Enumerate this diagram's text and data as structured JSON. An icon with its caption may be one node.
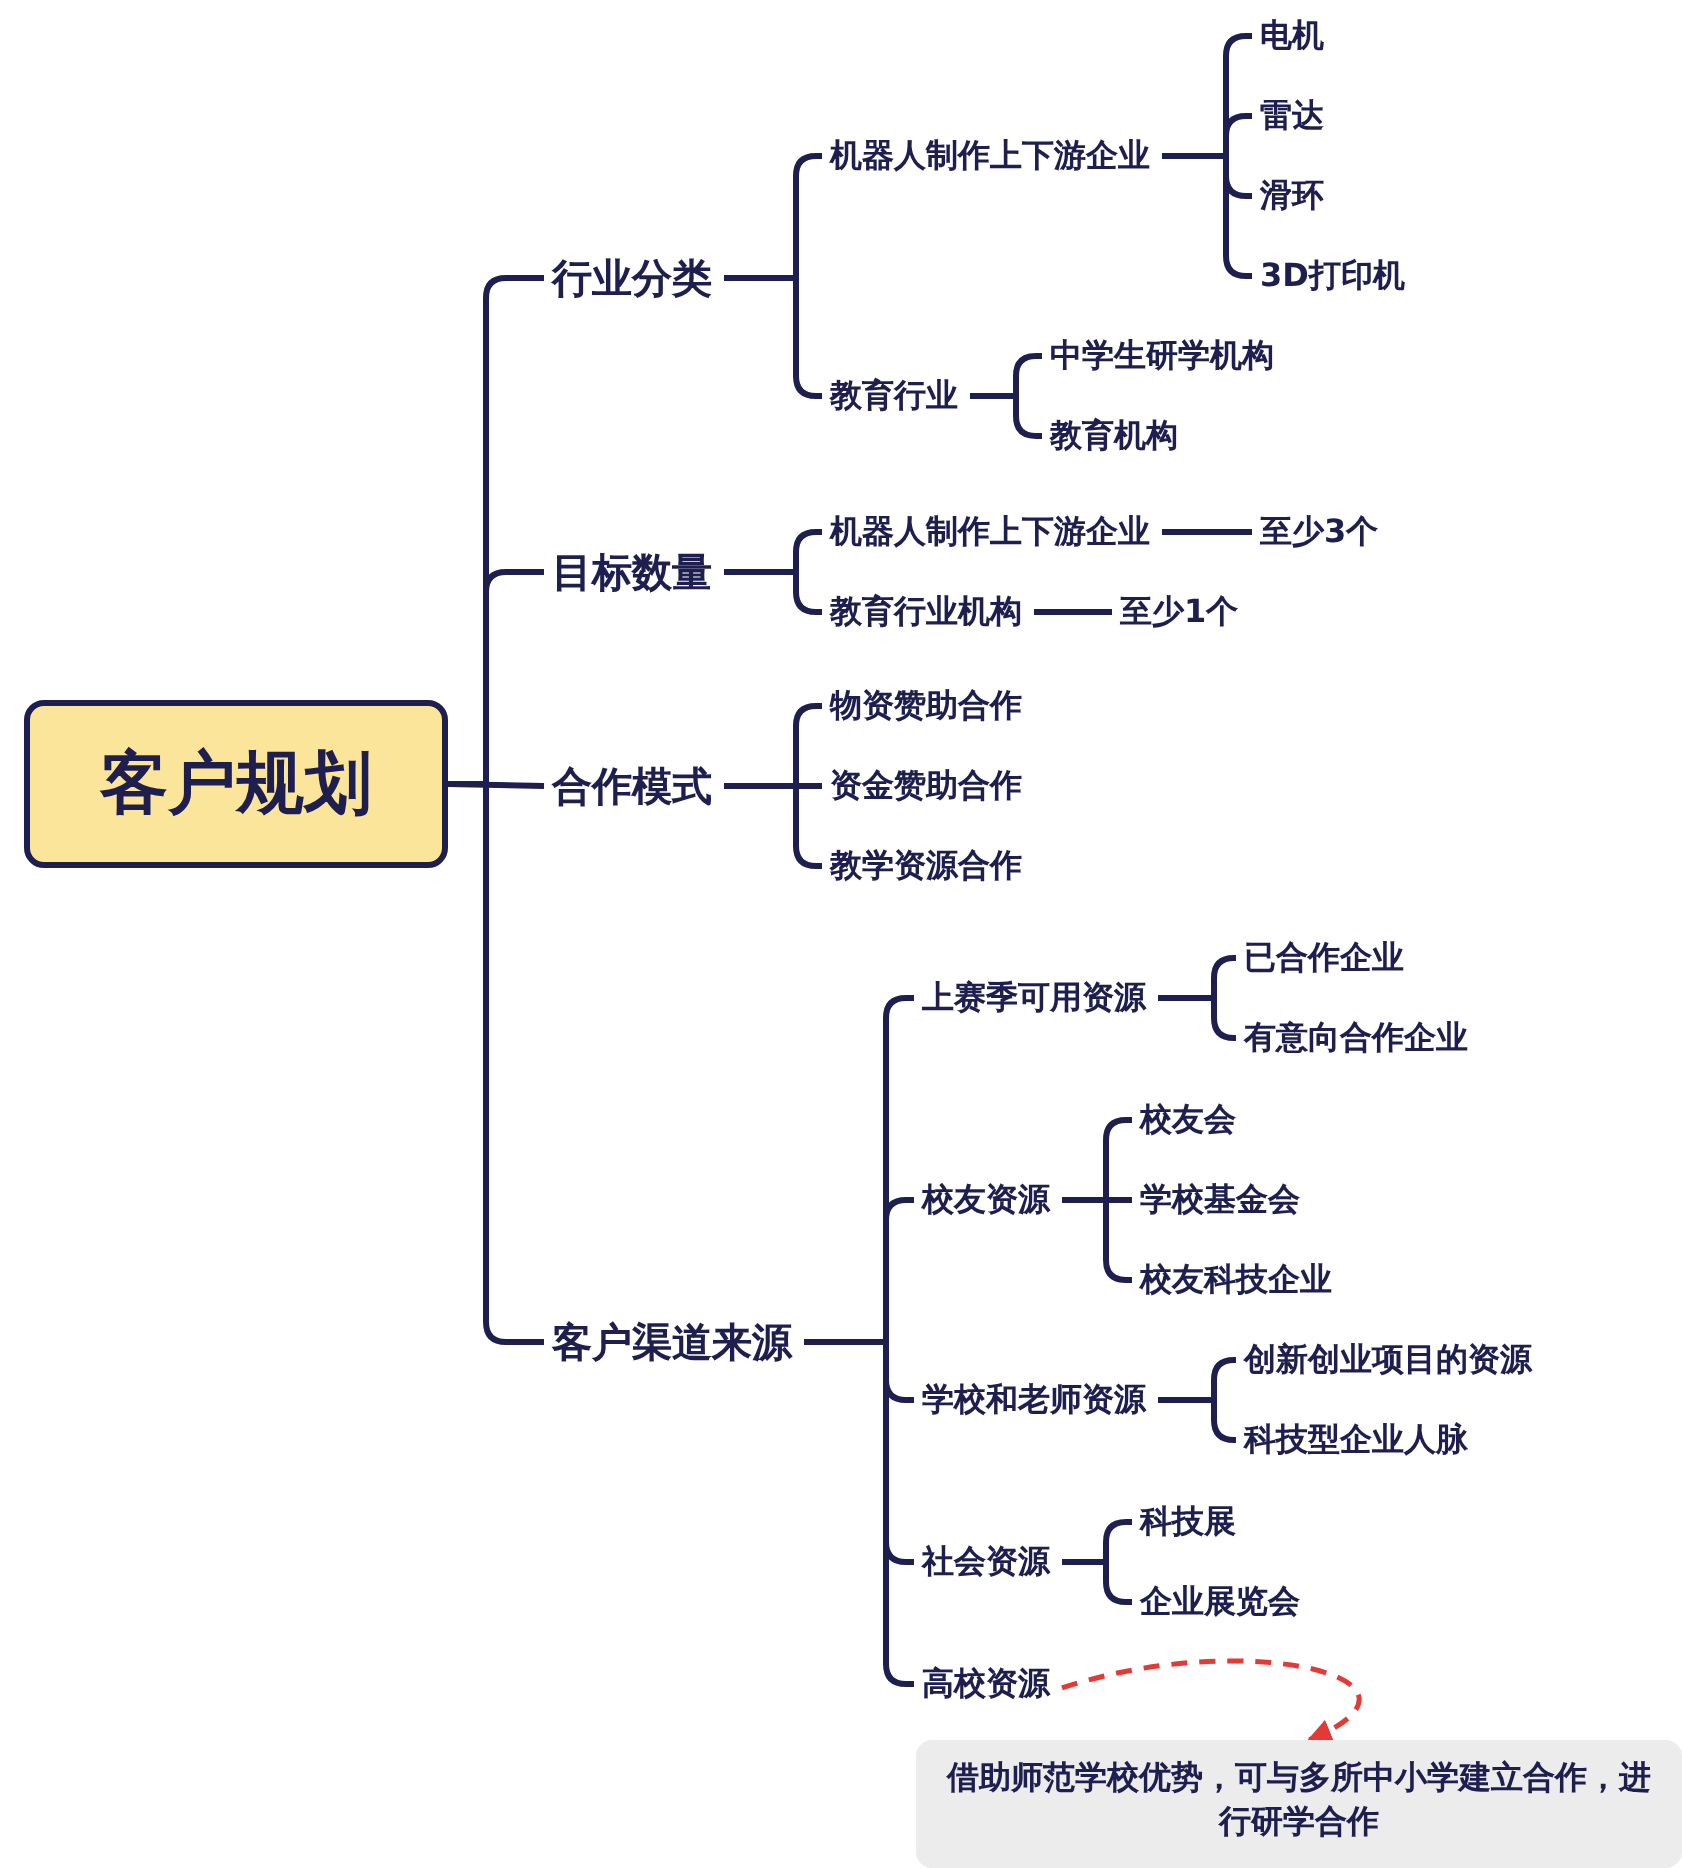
{
  "diagram": {
    "nodes": [
      {
        "text": [
          "客户规划"
        ]
      },
      {
        "text": [
          "行业分类"
        ]
      },
      {
        "text": [
          "机器人制作上下游企业"
        ]
      },
      {
        "text": [
          "电机"
        ]
      },
      {
        "text": [
          "雷达"
        ]
      },
      {
        "text": [
          "滑环"
        ]
      },
      {
        "text": [
          "3D打印机"
        ]
      },
      {
        "text": [
          "教育行业"
        ]
      },
      {
        "text": [
          "中学生研学机构"
        ]
      },
      {
        "text": [
          "教育机构"
        ]
      },
      {
        "text": [
          "目标数量"
        ]
      },
      {
        "text": [
          "机器人制作上下游企业"
        ]
      },
      {
        "text": [
          "至少3个"
        ]
      },
      {
        "text": [
          "教育行业机构"
        ]
      },
      {
        "text": [
          "至少1个"
        ]
      },
      {
        "text": [
          "合作模式"
        ]
      },
      {
        "text": [
          "物资赞助合作"
        ]
      },
      {
        "text": [
          "资金赞助合作"
        ]
      },
      {
        "text": [
          "教学资源合作"
        ]
      },
      {
        "text": [
          "客户渠道来源"
        ]
      },
      {
        "text": [
          "上赛季可用资源"
        ]
      },
      {
        "text": [
          "已合作企业"
        ]
      },
      {
        "text": [
          "有意向合作企业"
        ]
      },
      {
        "text": [
          "校友资源"
        ]
      },
      {
        "text": [
          "校友会"
        ]
      },
      {
        "text": [
          "学校基金会"
        ]
      },
      {
        "text": [
          "校友科技企业"
        ]
      },
      {
        "text": [
          "学校和老师资源"
        ]
      },
      {
        "text": [
          "创新创业项目的资源"
        ]
      },
      {
        "text": [
          "科技型企业人脉"
        ]
      },
      {
        "text": [
          "社会资源"
        ]
      },
      {
        "text": [
          "科技展"
        ]
      },
      {
        "text": [
          "企业展览会"
        ]
      },
      {
        "text": [
          "高校资源"
        ]
      },
      {
        "text": [
          "借助师范学校优势，可与多所中小学建立合作，进行研学合作"
        ]
      }
    ],
    "edges": [
      {
        "from": 0,
        "to": 1,
        "arrow": "none"
      },
      {
        "from": 0,
        "to": 10,
        "arrow": "none"
      },
      {
        "from": 0,
        "to": 15,
        "arrow": "none"
      },
      {
        "from": 0,
        "to": 19,
        "arrow": "none"
      },
      {
        "from": 1,
        "to": 2,
        "arrow": "none"
      },
      {
        "from": 1,
        "to": 7,
        "arrow": "none"
      },
      {
        "from": 2,
        "to": 3,
        "arrow": "none"
      },
      {
        "from": 2,
        "to": 4,
        "arrow": "none"
      },
      {
        "from": 2,
        "to": 5,
        "arrow": "none"
      },
      {
        "from": 2,
        "to": 6,
        "arrow": "none"
      },
      {
        "from": 7,
        "to": 8,
        "arrow": "none"
      },
      {
        "from": 7,
        "to": 9,
        "arrow": "none"
      },
      {
        "from": 10,
        "to": 11,
        "arrow": "none"
      },
      {
        "from": 10,
        "to": 13,
        "arrow": "none"
      },
      {
        "from": 11,
        "to": 12,
        "arrow": "none"
      },
      {
        "from": 13,
        "to": 14,
        "arrow": "none"
      },
      {
        "from": 15,
        "to": 16,
        "arrow": "none"
      },
      {
        "from": 15,
        "to": 17,
        "arrow": "none"
      },
      {
        "from": 15,
        "to": 18,
        "arrow": "none"
      },
      {
        "from": 19,
        "to": 20,
        "arrow": "none"
      },
      {
        "from": 19,
        "to": 23,
        "arrow": "none"
      },
      {
        "from": 19,
        "to": 27,
        "arrow": "none"
      },
      {
        "from": 19,
        "to": 30,
        "arrow": "none"
      },
      {
        "from": 19,
        "to": 33,
        "arrow": "none"
      },
      {
        "from": 20,
        "to": 21,
        "arrow": "none"
      },
      {
        "from": 20,
        "to": 22,
        "arrow": "none"
      },
      {
        "from": 23,
        "to": 24,
        "arrow": "none"
      },
      {
        "from": 23,
        "to": 25,
        "arrow": "none"
      },
      {
        "from": 23,
        "to": 26,
        "arrow": "none"
      },
      {
        "from": 27,
        "to": 28,
        "arrow": "none"
      },
      {
        "from": 27,
        "to": 29,
        "arrow": "none"
      },
      {
        "from": 30,
        "to": 31,
        "arrow": "none"
      },
      {
        "from": 30,
        "to": 32,
        "arrow": "none"
      },
      {
        "from": 33,
        "to": 34,
        "arrow": "to",
        "style": "dashed",
        "color": "#e53935"
      }
    ]
  }
}
